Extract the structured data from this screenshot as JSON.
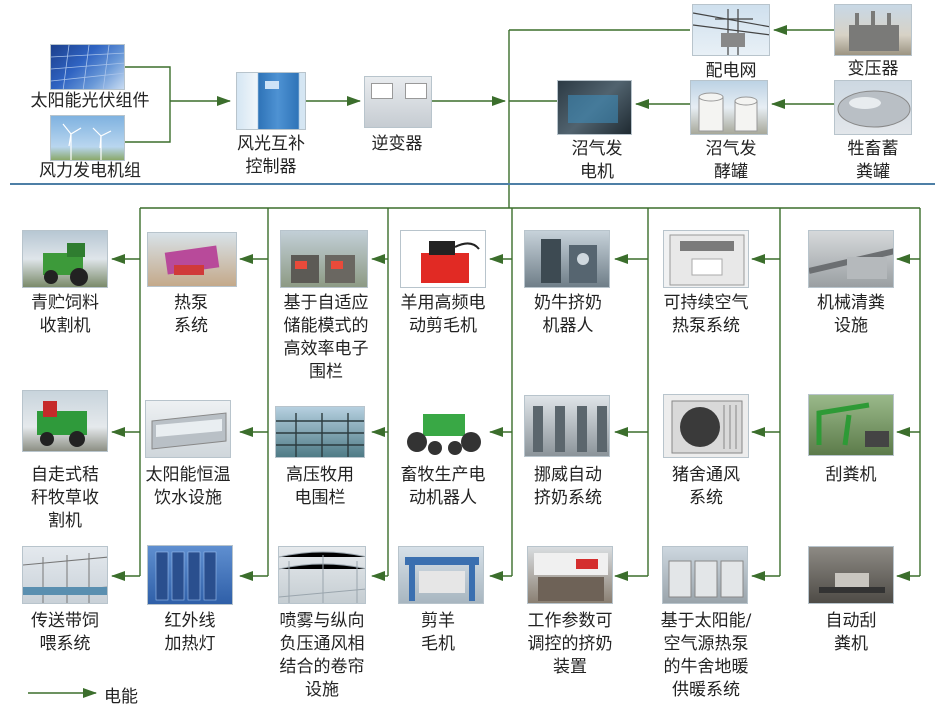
{
  "colors": {
    "line": "#3b6e2c",
    "divider": "#4d7fa6"
  },
  "legend": {
    "label": "电能"
  },
  "top": {
    "solar_pv": "太阳能光伏组件",
    "wind_gen": "风力发电机组",
    "controller": "风光互补\n控制器",
    "inverter": "逆变器",
    "grid": "配电网",
    "transformer": "变压器",
    "biogas_gen": "沼气发\n电机",
    "biogas_tank": "沼气发\n酵罐",
    "manure_tank": "牲畜蓄\n粪罐"
  },
  "grid": {
    "col1": [
      "青贮饲料\n收割机",
      "自走式秸\n秆牧草收\n割机",
      "传送带饲\n喂系统"
    ],
    "col2": [
      "热泵\n系统",
      "太阳能恒温\n饮水设施",
      "红外线\n加热灯"
    ],
    "col3": [
      "基于自适应\n储能模式的\n高效率电子\n围栏",
      "高压牧用\n电围栏",
      "喷雾与纵向\n负压通风相\n结合的卷帘\n设施"
    ],
    "col4": [
      "羊用高频电\n动剪毛机",
      "畜牧生产电\n动机器人",
      "剪羊\n毛机"
    ],
    "col5": [
      "奶牛挤奶\n机器人",
      "挪威自动\n挤奶系统",
      "工作参数可\n调控的挤奶\n装置"
    ],
    "col6": [
      "可持续空气\n热泵系统",
      "猪舍通风\n系统",
      "基于太阳能/\n空气源热泵\n的牛舍地暖\n供暖系统"
    ],
    "col7": [
      "机械清粪\n设施",
      "刮粪机",
      "自动刮\n粪机"
    ]
  }
}
